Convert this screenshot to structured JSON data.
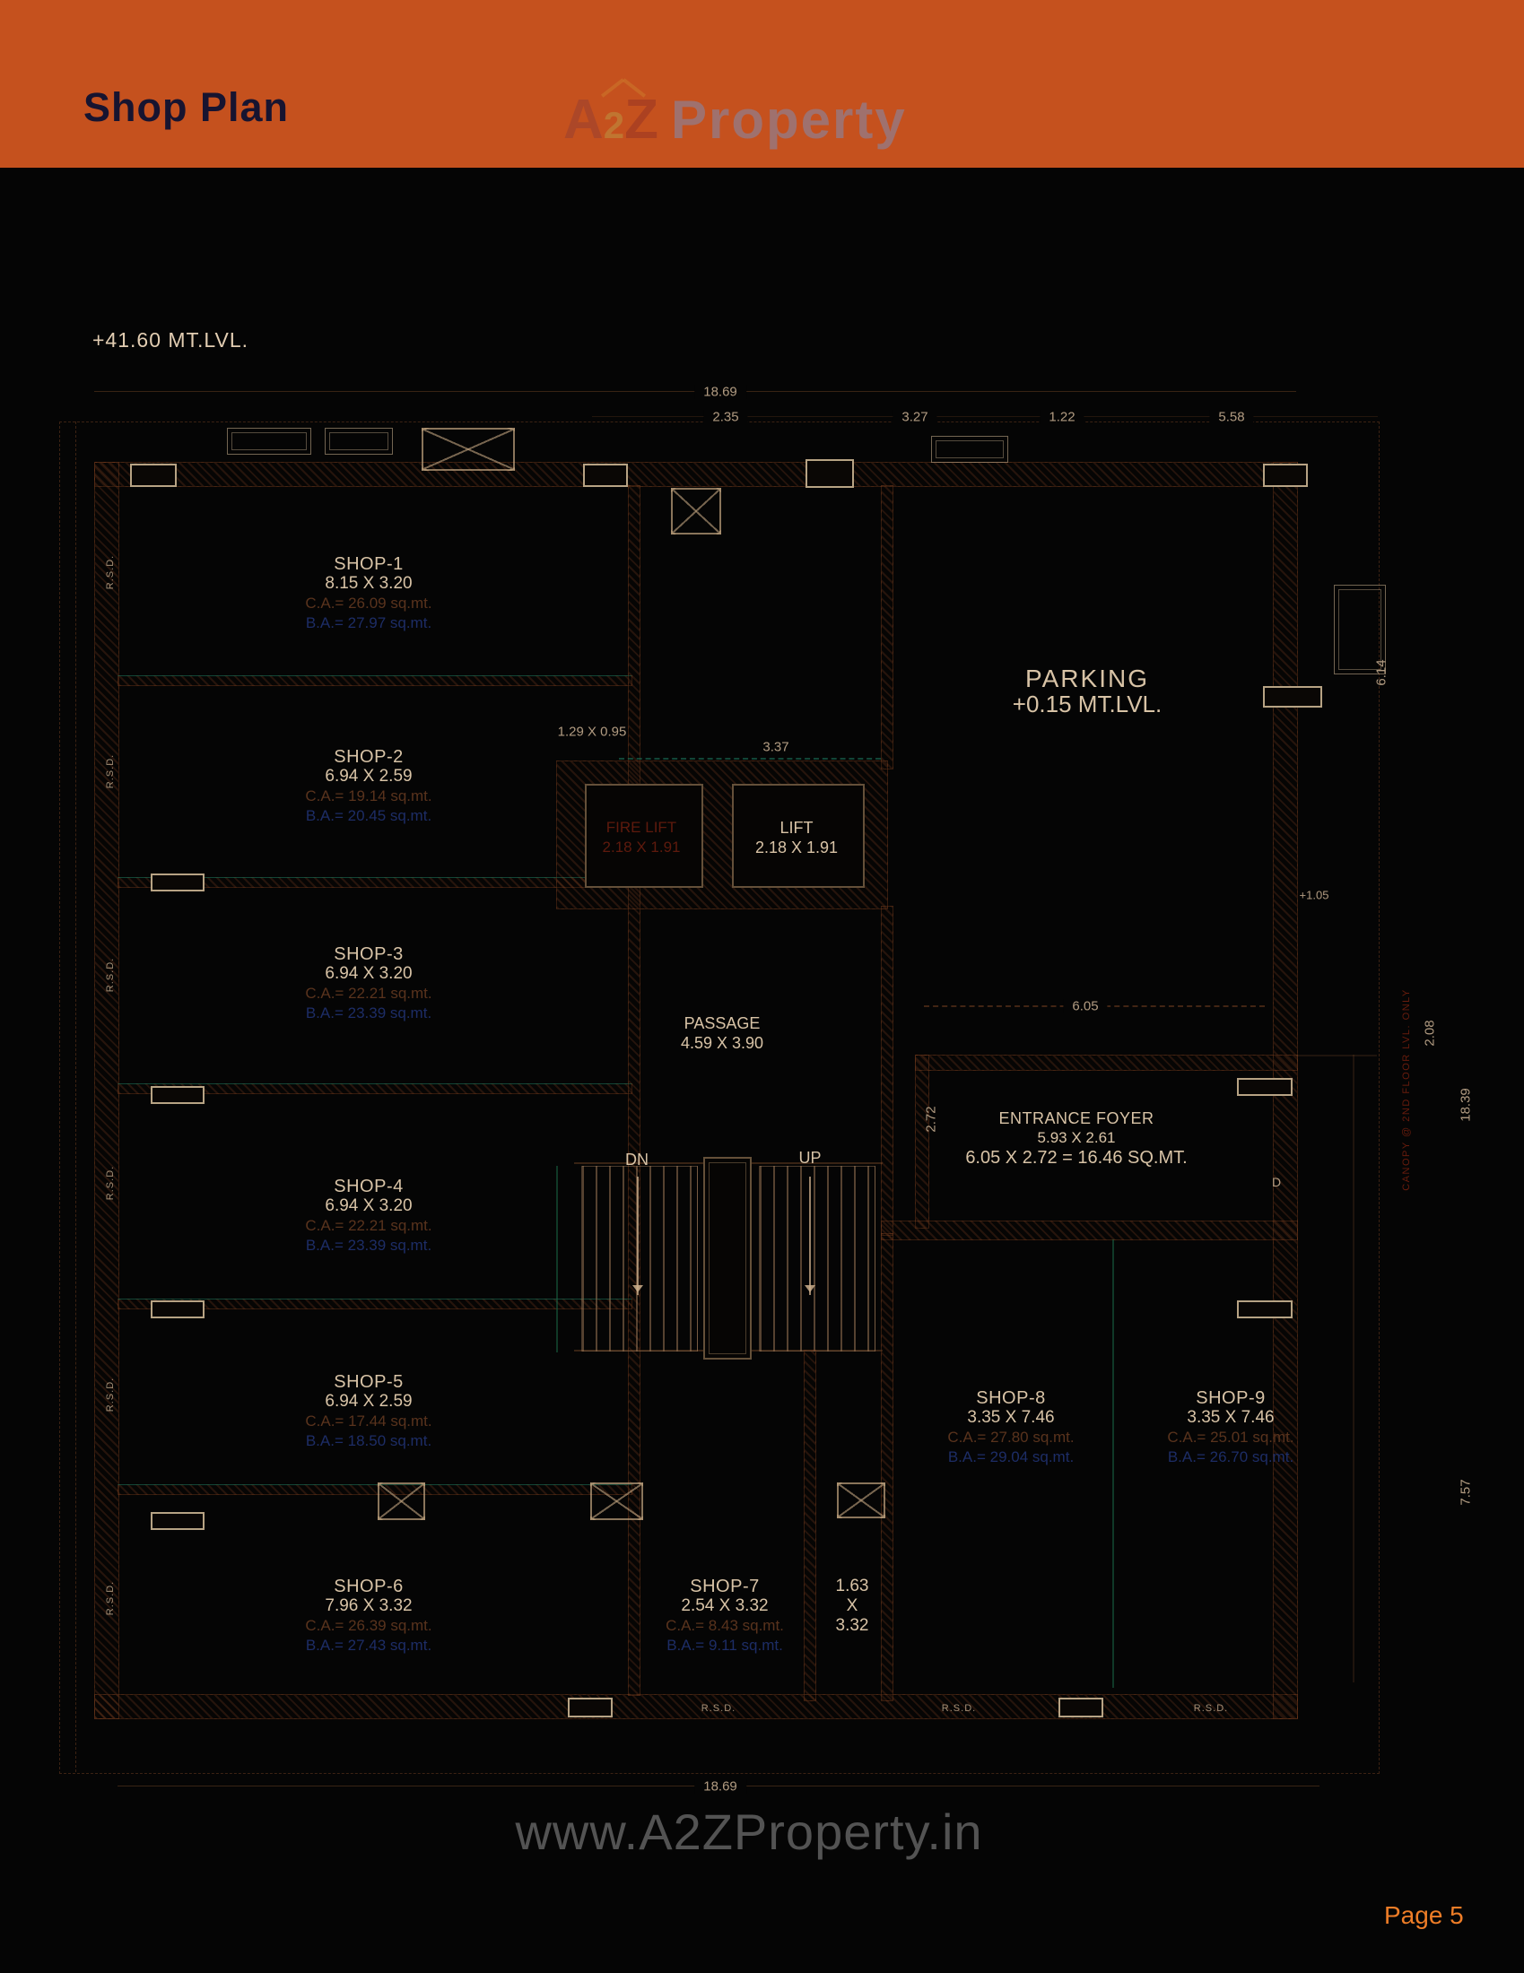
{
  "header": {
    "title": "Shop Plan",
    "logo": {
      "a": "A",
      "two": "2",
      "z": "Z",
      "property": "Property"
    }
  },
  "level_label": "+41.60 MT.LVL.",
  "plan": {
    "shops": [
      {
        "name": "SHOP-1",
        "size": "8.15 X 3.20",
        "ca": "C.A.= 26.09 sq.mt.",
        "ba": "B.A.= 27.97 sq.mt."
      },
      {
        "name": "SHOP-2",
        "size": "6.94 X 2.59",
        "ca": "C.A.= 19.14 sq.mt.",
        "ba": "B.A.= 20.45 sq.mt."
      },
      {
        "name": "SHOP-3",
        "size": "6.94 X 3.20",
        "ca": "C.A.= 22.21 sq.mt.",
        "ba": "B.A.= 23.39 sq.mt."
      },
      {
        "name": "SHOP-4",
        "size": "6.94 X 3.20",
        "ca": "C.A.= 22.21 sq.mt.",
        "ba": "B.A.= 23.39 sq.mt."
      },
      {
        "name": "SHOP-5",
        "size": "6.94 X 2.59",
        "ca": "C.A.= 17.44 sq.mt.",
        "ba": "B.A.= 18.50 sq.mt."
      },
      {
        "name": "SHOP-6",
        "size": "7.96 X 3.32",
        "ca": "C.A.= 26.39 sq.mt.",
        "ba": "B.A.= 27.43 sq.mt."
      },
      {
        "name": "SHOP-7",
        "size": "2.54 X 3.32",
        "ca": "C.A.= 8.43 sq.mt.",
        "ba": "B.A.= 9.11 sq.mt."
      },
      {
        "name": "SHOP-8",
        "size": "3.35 X 7.46",
        "ca": "C.A.= 27.80 sq.mt.",
        "ba": "B.A.= 29.04 sq.mt."
      },
      {
        "name": "SHOP-9",
        "size": "3.35 X 7.46",
        "ca": "C.A.= 25.01 sq.mt.",
        "ba": "B.A.= 26.70 sq.mt."
      }
    ],
    "parking": {
      "name": "PARKING",
      "level": "+0.15 MT.LVL."
    },
    "lift": {
      "name": "LIFT",
      "size": "2.18 X 1.91"
    },
    "fire_lift": {
      "name": "FIRE LIFT",
      "size": "2.18 X 1.91"
    },
    "passage": {
      "name": "PASSAGE",
      "size": "4.59 X 3.90"
    },
    "entrance_foyer": {
      "name": "ENTRANCE FOYER",
      "size": "5.93 X 2.61",
      "area": "6.05 X 2.72 = 16.46 SQ.MT."
    },
    "stairs": {
      "down": "DN",
      "up": "UP"
    },
    "side_strip": {
      "line1": "1.63",
      "line2": "X",
      "line3": "3.32"
    },
    "dims": {
      "top_total": "18.69",
      "seg1": "2.35",
      "seg2": "3.27",
      "seg3": "1.22",
      "seg4": "5.58",
      "lift_top": "3.37",
      "duct": "1.29 X 0.95",
      "foyer_width": "6.05",
      "foyer_height": "2.72",
      "bottom_total": "18.69",
      "right_upper": "6.14",
      "right_mid": "2.08",
      "right_total": "18.39",
      "right_lower": "7.57",
      "canopy_level": "+1.05",
      "door_mark": "D"
    },
    "canopy_note": "CANOPY @ 2ND FLOOR LVL. ONLY",
    "rsd": "R.S.D."
  },
  "footer": {
    "watermark": "www.A2ZProperty.in",
    "page": "Page 5"
  }
}
